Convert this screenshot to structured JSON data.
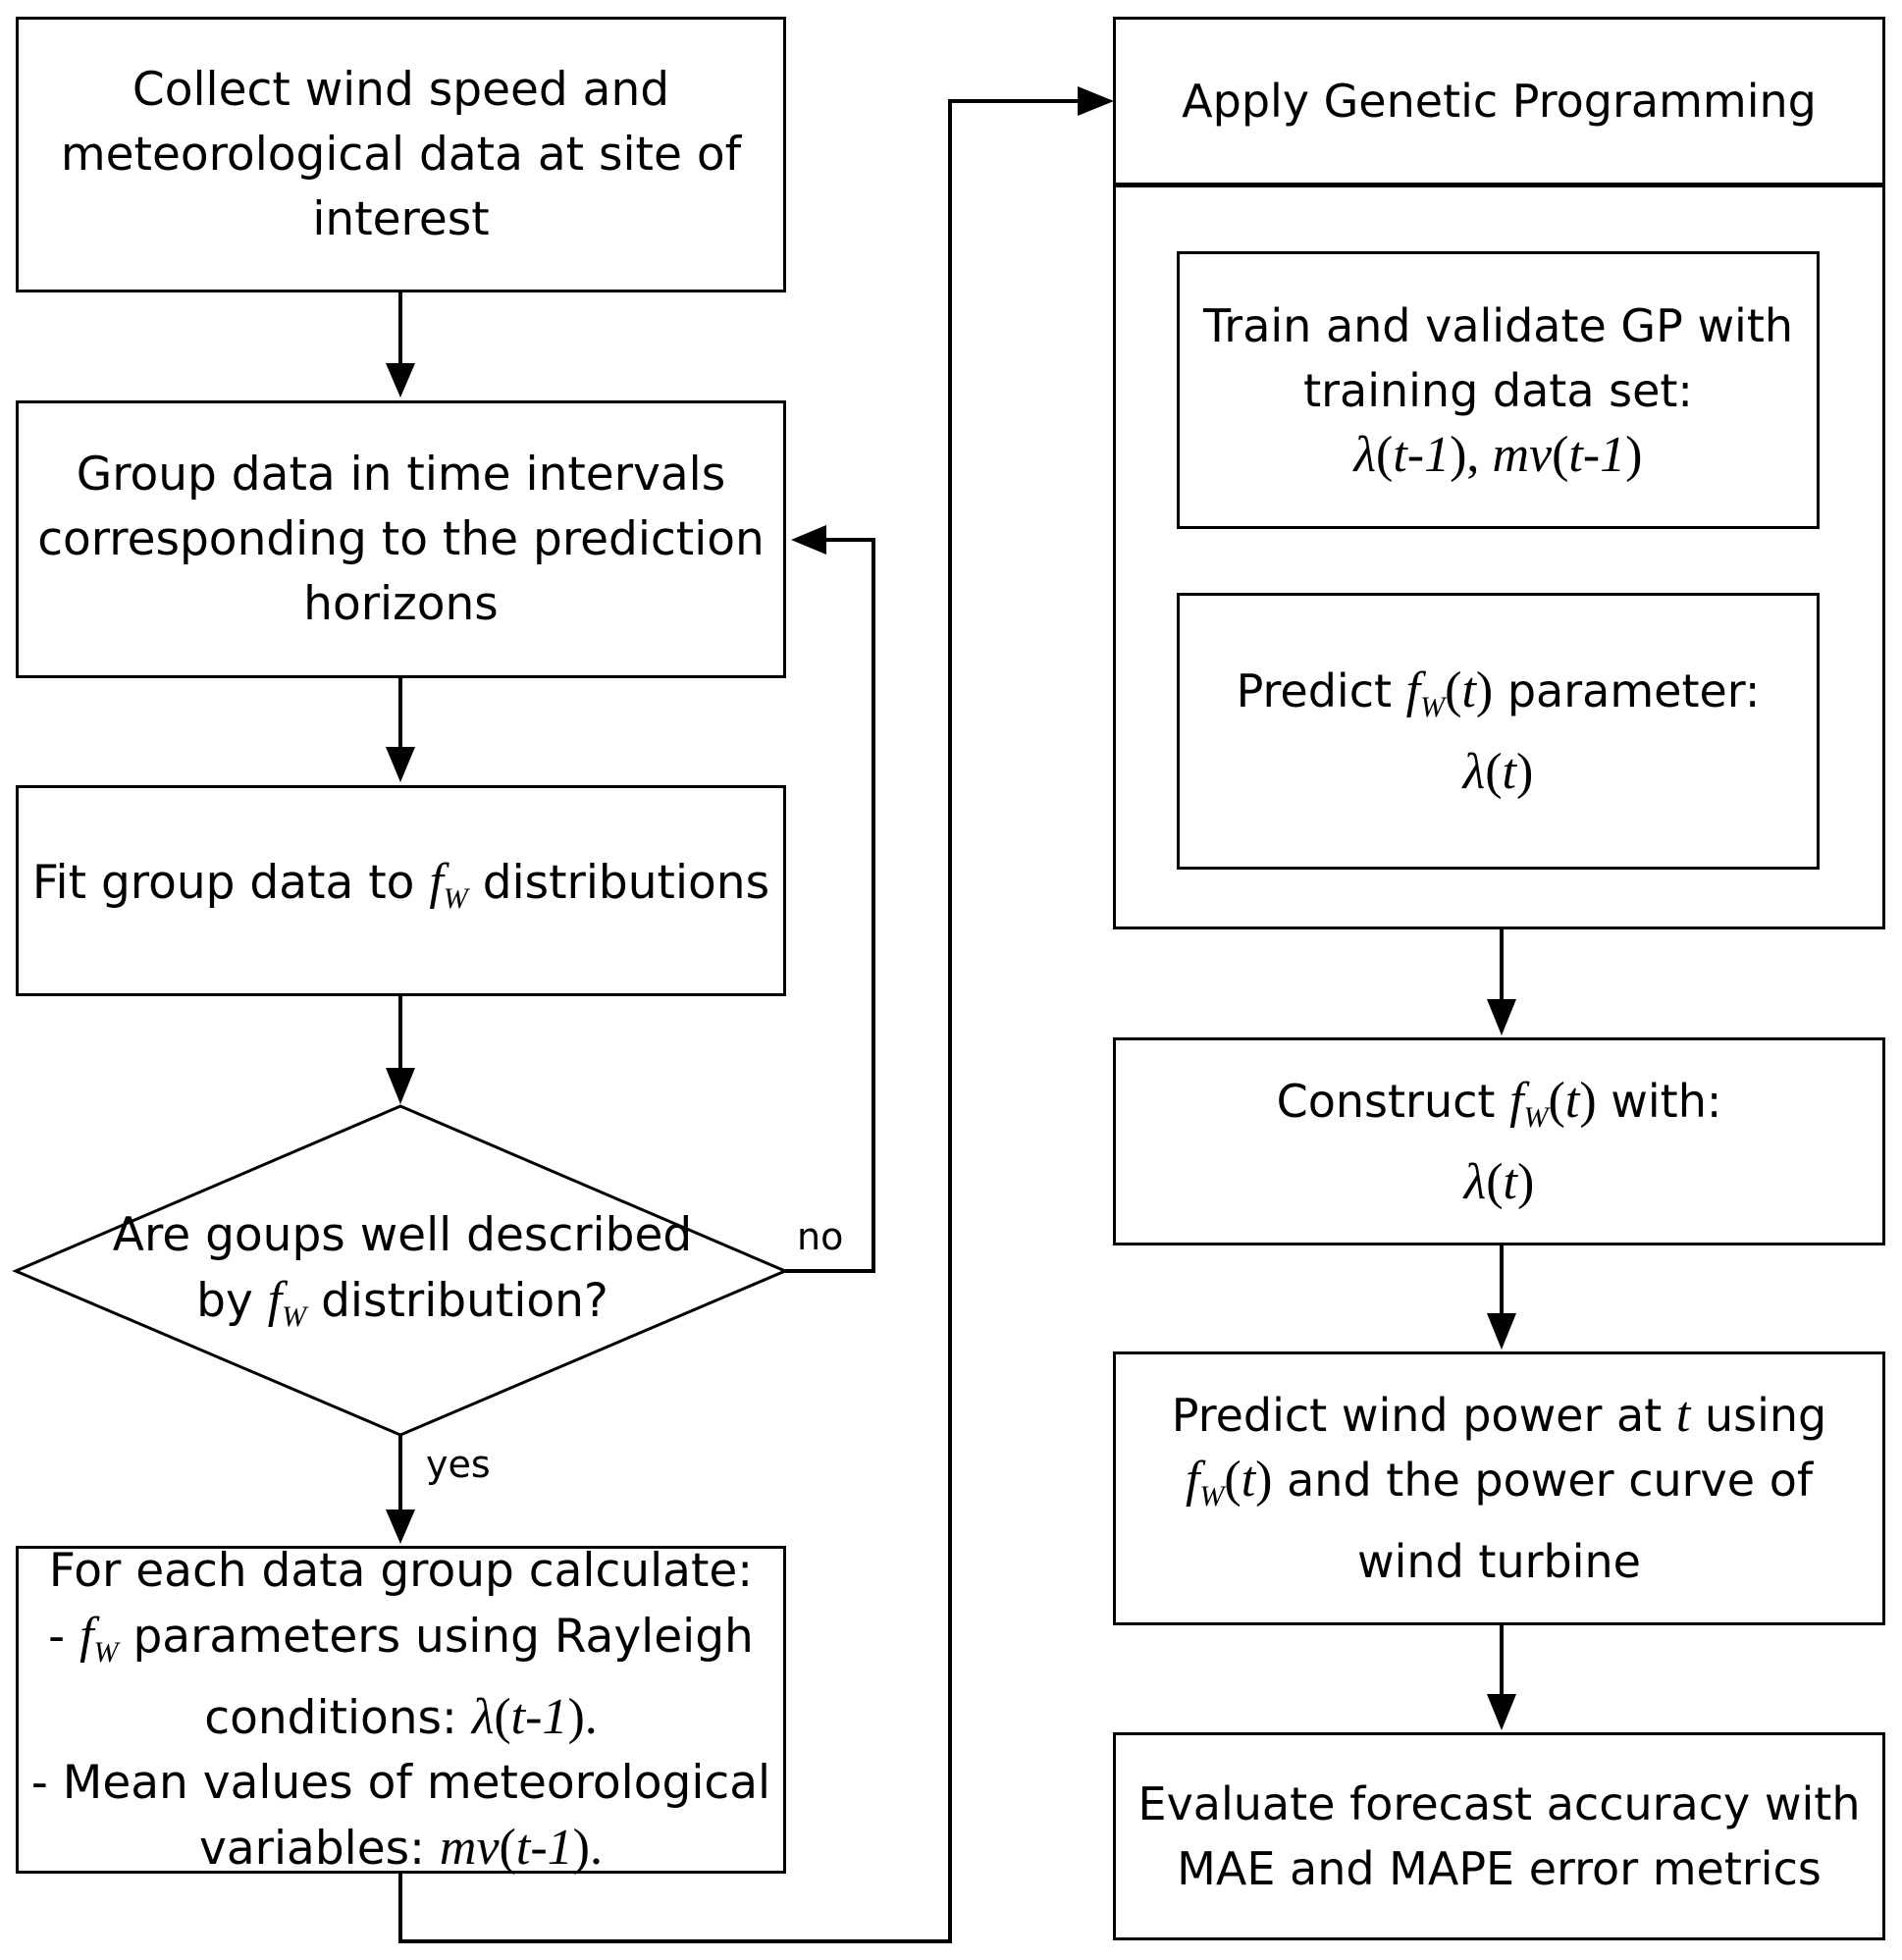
{
  "left_column": {
    "collect": {
      "lines": [
        "Collect  wind speed and",
        "meteorological data at site of",
        "interest"
      ]
    },
    "group": {
      "lines": [
        "Group data in time intervals",
        "corresponding to the prediction",
        "horizons"
      ]
    },
    "fit": {
      "pre": "Fit group data to ",
      "f": "f",
      "sub": "W",
      "post": " distributions"
    },
    "decision": {
      "line1": "Are goups well described",
      "line2_pre": "by ",
      "f": "f",
      "sub": "W",
      "line2_post": " distribution?",
      "no_label": "no",
      "yes_label": "yes"
    },
    "calculate": {
      "line1": "For each data group calculate:",
      "line2_pre": "- ",
      "f": "f",
      "sub": "W",
      "line2_post": " parameters using Rayleigh",
      "line3_pre": "conditions: ",
      "lambda": "λ",
      "line3_paren_open": "(",
      "tminus1": "t-1",
      "line3_paren_close": ").",
      "line4": "- Mean values of meteorological",
      "line5_pre": "variables: ",
      "mv": "mv",
      "line5_paren_open": "(",
      "line5_paren_close": ")."
    }
  },
  "right_column": {
    "apply_gp": {
      "label": "Apply Genetic Programming"
    },
    "train": {
      "line1": "Train and validate GP with",
      "line2": "training data set:",
      "lambda": "λ",
      "paren_open": "(",
      "t1": "t-1",
      "paren_close_comma": "), ",
      "mv": "mv",
      "paren_close": ")"
    },
    "predict_param": {
      "line1_pre": "Predict ",
      "f": "f",
      "sub": "W",
      "paren_open": "(",
      "t": "t",
      "paren_close": ")",
      "line1_post": " parameter:",
      "lambda": "λ"
    },
    "construct": {
      "line1_pre": "Construct ",
      "f": "f",
      "sub": "W",
      "paren_open": "(",
      "t": "t",
      "paren_close": ")",
      "line1_post": " with:",
      "lambda": "λ"
    },
    "predict_power": {
      "line1_pre": "Predict wind power at ",
      "t": "t",
      "line1_post": " using",
      "f": "f",
      "sub": "W",
      "paren_open": "(",
      "paren_close": ")",
      "line2_post": " and the power curve of",
      "line3": "wind turbine"
    },
    "evaluate": {
      "lines": [
        "Evaluate forecast accuracy with",
        "MAE and MAPE error metrics"
      ]
    }
  }
}
